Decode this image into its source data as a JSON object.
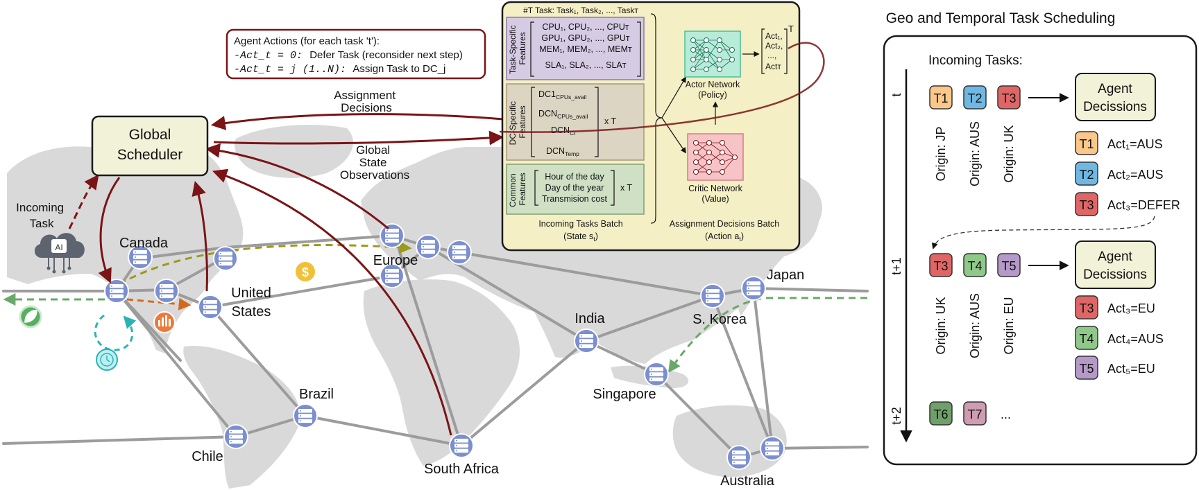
{
  "agent_actions": {
    "title": "Agent Actions (for each task 't'):",
    "line1_code": "-Act_t = 0:",
    "line1_text": "Defer Task (reconsider next step)",
    "line2_code": "-Act_t = j (1..N):",
    "line2_text": "Assign Task to DC_j"
  },
  "global_scheduler": {
    "line1": "Global",
    "line2": "Scheduler"
  },
  "arrow_labels": {
    "assignment": [
      "Assignment",
      "Decisions"
    ],
    "observations": [
      "Global",
      "State",
      "Observations"
    ],
    "incoming_task": [
      "Incoming",
      "Task"
    ]
  },
  "ai_icon_text": "AI",
  "locations": {
    "canada": "Canada",
    "us_line1": "United",
    "us_line2": "States",
    "europe": "Europe",
    "japan": "Japan",
    "skorea": "S. Korea",
    "india": "India",
    "singapore": "Singapore",
    "brazil": "Brazil",
    "chile": "Chile",
    "south_africa": "South Africa",
    "australia": "Australia"
  },
  "state_panel": {
    "title": "#T Task: Task₁, Task₂, ..., Taskᴛ",
    "task_side": [
      "Task-Specific",
      "Features"
    ],
    "task_rows": [
      "CPU₁, CPU₂, ..., CPUᴛ",
      "GPU₁, GPU₂, ..., GPUᴛ",
      "MEM₁, MEM₂, ..., MEMᴛ",
      "SLA₁, SLA₂, ..., SLAᴛ"
    ],
    "dc_side": [
      "DC-Specific",
      "Features"
    ],
    "dc_rows": [
      "DC1",
      "DCN",
      "DCN",
      "DCN"
    ],
    "dc_subs": [
      "CPUs_avail",
      "CPUs_avail",
      "CI",
      "Temp"
    ],
    "dc_mult": "x T",
    "common_side": [
      "Common",
      "Features"
    ],
    "common_rows": [
      "Hour of the day",
      "Day of the year",
      "Transmision cost"
    ],
    "common_mult": "x T",
    "batch_label": "Incoming Tasks Batch",
    "state_label": "(State s",
    "state_sub": "t",
    "actor_label": [
      "Actor Network",
      "(Policy)"
    ],
    "critic_label": [
      "Critic Network",
      "(Value)"
    ],
    "act_vector": [
      "Act₁,",
      "Act₂,",
      "...,",
      "Actᴛ"
    ],
    "act_T": "T",
    "decisions_label": "Assignment Decisions Batch",
    "action_label": "(Action a",
    "action_sub": "t"
  },
  "scheduling": {
    "title": "Geo and Temporal Task Scheduling",
    "incoming": "Incoming Tasks:",
    "time_labels": [
      "t",
      "t+1",
      "t+2"
    ],
    "row1_tasks": [
      "T1",
      "T2",
      "T3"
    ],
    "row1_origins": [
      "Origin: JP",
      "Origin: AUS",
      "Origin: UK"
    ],
    "row2_tasks": [
      "T3",
      "T4",
      "T5"
    ],
    "row2_origins": [
      "Origin: UK",
      "Origin: AUS",
      "Origin: EU"
    ],
    "row3_tasks": [
      "T6",
      "T7"
    ],
    "row3_more": "...",
    "agent_box": [
      "Agent",
      "Decissions"
    ],
    "decisions1_tasks": [
      "T1",
      "T2",
      "T3"
    ],
    "decisions1_acts": [
      "Act₁=AUS",
      "Act₂=AUS",
      "Act₃=DEFER"
    ],
    "decisions2_tasks": [
      "T3",
      "T4",
      "T5"
    ],
    "decisions2_acts": [
      "Act₃=EU",
      "Act₄=AUS",
      "Act₅=EU"
    ]
  },
  "colors": {
    "dark_red": "#7a1416",
    "scheduler_fill": "#f2f2d9",
    "panel_fill": "#f4efc4",
    "task_fill": "#d5cbe3",
    "dc_fill": "#dcd5c3",
    "common_fill": "#cfe0c5",
    "t1": "#f9c88a",
    "t2": "#6fb8e3",
    "t3": "#e06666",
    "t4": "#8fc98a",
    "t5": "#b59ac9",
    "t6": "#6fa06a",
    "t7": "#cf9cb2"
  }
}
